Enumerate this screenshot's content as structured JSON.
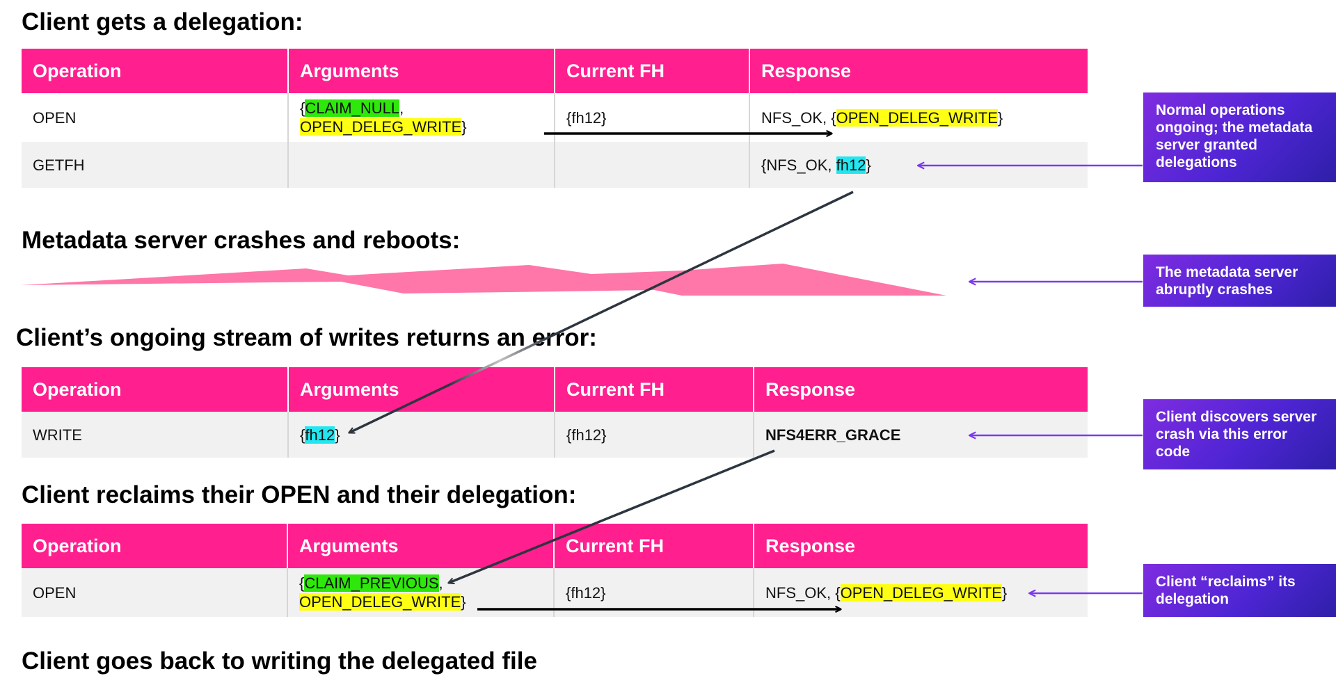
{
  "sections": {
    "gets_delegation": "Client gets a delegation:",
    "crash": "Metadata server crashes and reboots:",
    "writes_error": "Client’s ongoing stream of writes returns an error:",
    "reclaim": "Client reclaims their OPEN and their delegation:",
    "back_to_writing": "Client goes back to writing the delegated file"
  },
  "table_headers": {
    "operation": "Operation",
    "arguments": "Arguments",
    "current_fh": "Current FH",
    "response": "Response"
  },
  "table1": {
    "row1": {
      "operation": "OPEN",
      "arg_claim": "CLAIM_NULL",
      "arg_deleg": "OPEN_DELEG_WRITE",
      "current_fh": "{fh12}",
      "resp_status": "NFS_OK",
      "resp_deleg": "OPEN_DELEG_WRITE"
    },
    "row2": {
      "operation": "GETFH",
      "arguments": "",
      "current_fh": "",
      "resp_status": "NFS_OK",
      "resp_fh": "fh12"
    }
  },
  "table2": {
    "row1": {
      "operation": "WRITE",
      "arg_fh": "fh12",
      "current_fh": "{fh12}",
      "response": "NFS4ERR_GRACE"
    }
  },
  "table3": {
    "row1": {
      "operation": "OPEN",
      "arg_claim": "CLAIM_PREVIOUS",
      "arg_deleg": "OPEN_DELEG_WRITE",
      "current_fh": "{fh12}",
      "resp_status": "NFS_OK",
      "resp_deleg": "OPEN_DELEG_WRITE"
    }
  },
  "callouts": {
    "normal_ops": "Normal operations ongoing; the metadata server granted delegations",
    "crash": "The metadata server abruptly crashes",
    "discovers": "Client discovers server crash via this error code",
    "reclaims": "Client “reclaims” its delegation"
  },
  "colors": {
    "header_pink": "#ff1f8e",
    "crash_wave": "#ff6fa3",
    "callout_purple": "#5a27d8",
    "arrow_purple": "#7c3aed",
    "arrow_dark": "#2d3540",
    "error_red": "#e8141e",
    "highlight_green": "#2ee80c",
    "highlight_yellow": "#ffff14",
    "highlight_cyan": "#22e6f0"
  }
}
